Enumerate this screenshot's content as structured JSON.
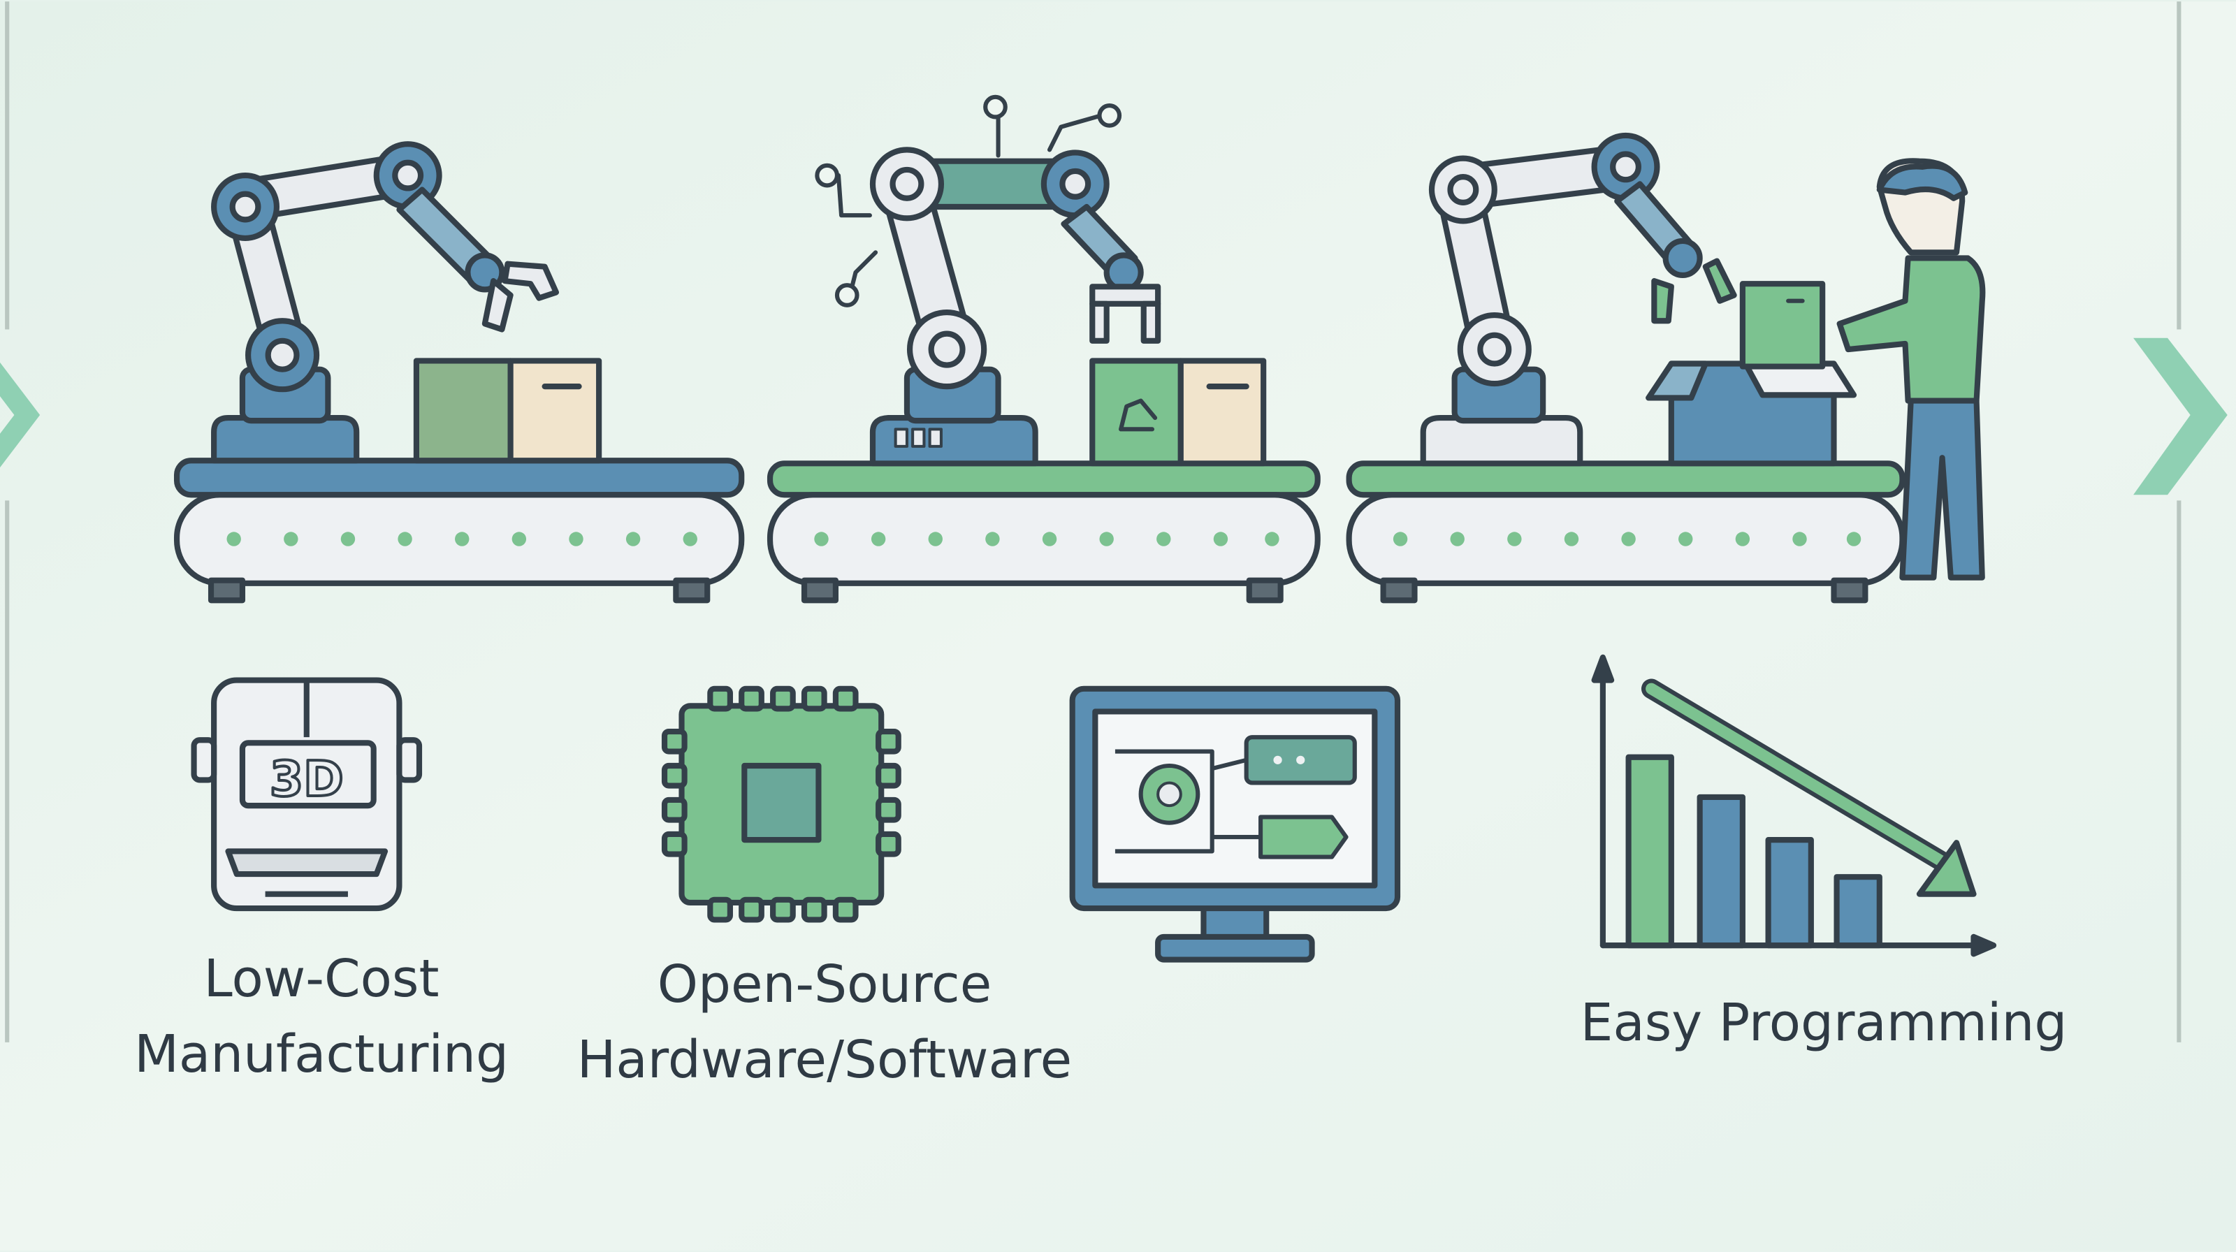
{
  "colors": {
    "background": "#e8f3ee",
    "outline": "#34404a",
    "blue": "#5b8fb3",
    "green": "#7cc290",
    "teal": "#6aa89a",
    "light_gray": "#e9ecef",
    "tan": "#f1e4cc"
  },
  "nav": {
    "left_icon": "chevron-right-icon",
    "right_icon": "chevron-right-icon"
  },
  "stations": [
    {
      "name": "robot-arm-station",
      "belt_color": "blue",
      "boxes": [
        "green",
        "tan"
      ]
    },
    {
      "name": "connected-robot-arm-station",
      "belt_color": "green",
      "boxes": [
        "green-recycle",
        "tan"
      ]
    },
    {
      "name": "collaborative-robot-station",
      "belt_color": "green",
      "boxes": [
        "blue-open",
        "green"
      ],
      "has_worker": true
    }
  ],
  "features": [
    {
      "icon": "3d-printer-icon",
      "label_lines": [
        "Low-Cost",
        "Manufacturing"
      ]
    },
    {
      "icon": "microchip-icon",
      "label_lines": [
        "Open-Source",
        "Hardware/Software"
      ]
    },
    {
      "icon": "monitor-flowchart-icon",
      "label_lines": []
    },
    {
      "icon": "decreasing-bar-chart-icon",
      "label_lines": [
        "Easy Programming"
      ]
    }
  ],
  "printer_text": "3D"
}
